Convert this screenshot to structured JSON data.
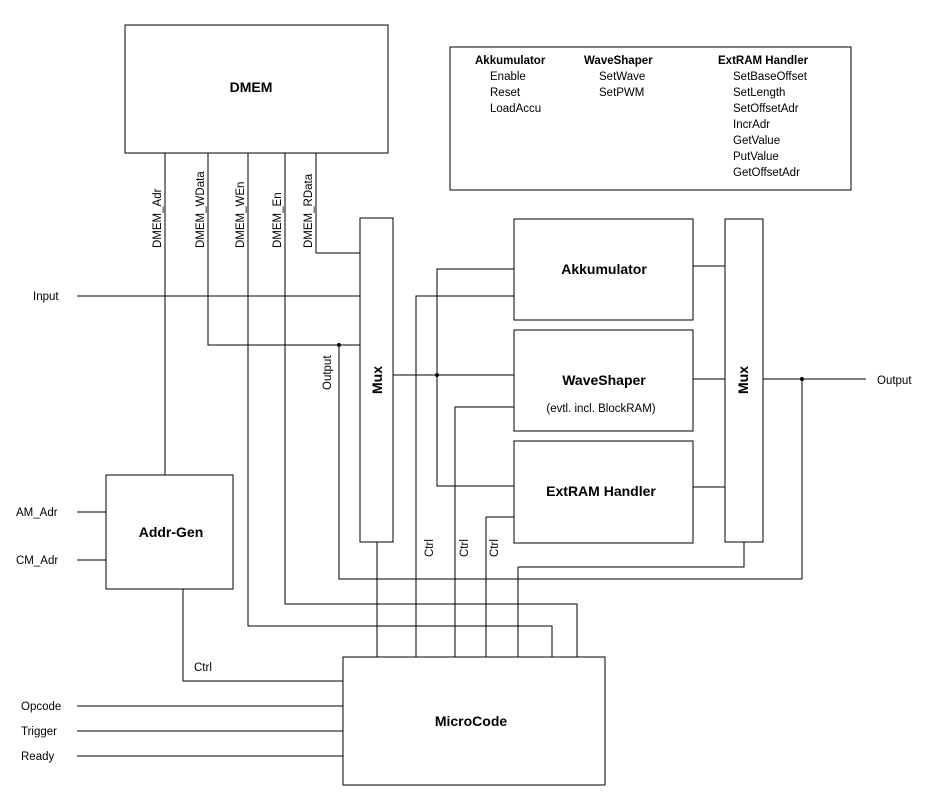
{
  "blocks": {
    "dmem": "DMEM",
    "mux_left": "Mux",
    "mux_right": "Mux",
    "akkumulator": "Akkumulator",
    "waveshaper": "WaveShaper",
    "waveshaper_note": "(evtl. incl. BlockRAM)",
    "extram": "ExtRAM Handler",
    "addrgen": "Addr-Gen",
    "microcode": "MicroCode"
  },
  "dmem_signals": [
    "DMEM_Adr",
    "DMEM_WData",
    "DMEM_WEn",
    "DMEM_En",
    "DMEM_RData"
  ],
  "inputs": {
    "input": "Input",
    "am_adr": "AM_Adr",
    "cm_adr": "CM_Adr",
    "opcode": "Opcode",
    "trigger": "Trigger",
    "ready": "Ready"
  },
  "outputs": {
    "output_main": "Output",
    "output_feedback": "Output"
  },
  "ctrl_labels": {
    "addrgen_ctrl": "Ctrl",
    "akku_ctrl": "Ctrl",
    "wave_ctrl": "Ctrl",
    "extram_ctrl": "Ctrl"
  },
  "legend": {
    "columns": [
      {
        "title": "Akkumulator",
        "items": [
          "Enable",
          "Reset",
          "LoadAccu"
        ]
      },
      {
        "title": "WaveShaper",
        "items": [
          "SetWave",
          "SetPWM"
        ]
      },
      {
        "title": "ExtRAM Handler",
        "items": [
          "SetBaseOffset",
          "SetLength",
          "SetOffsetAdr",
          "IncrAdr",
          "GetValue",
          "PutValue",
          "GetOffsetAdr"
        ]
      }
    ]
  }
}
